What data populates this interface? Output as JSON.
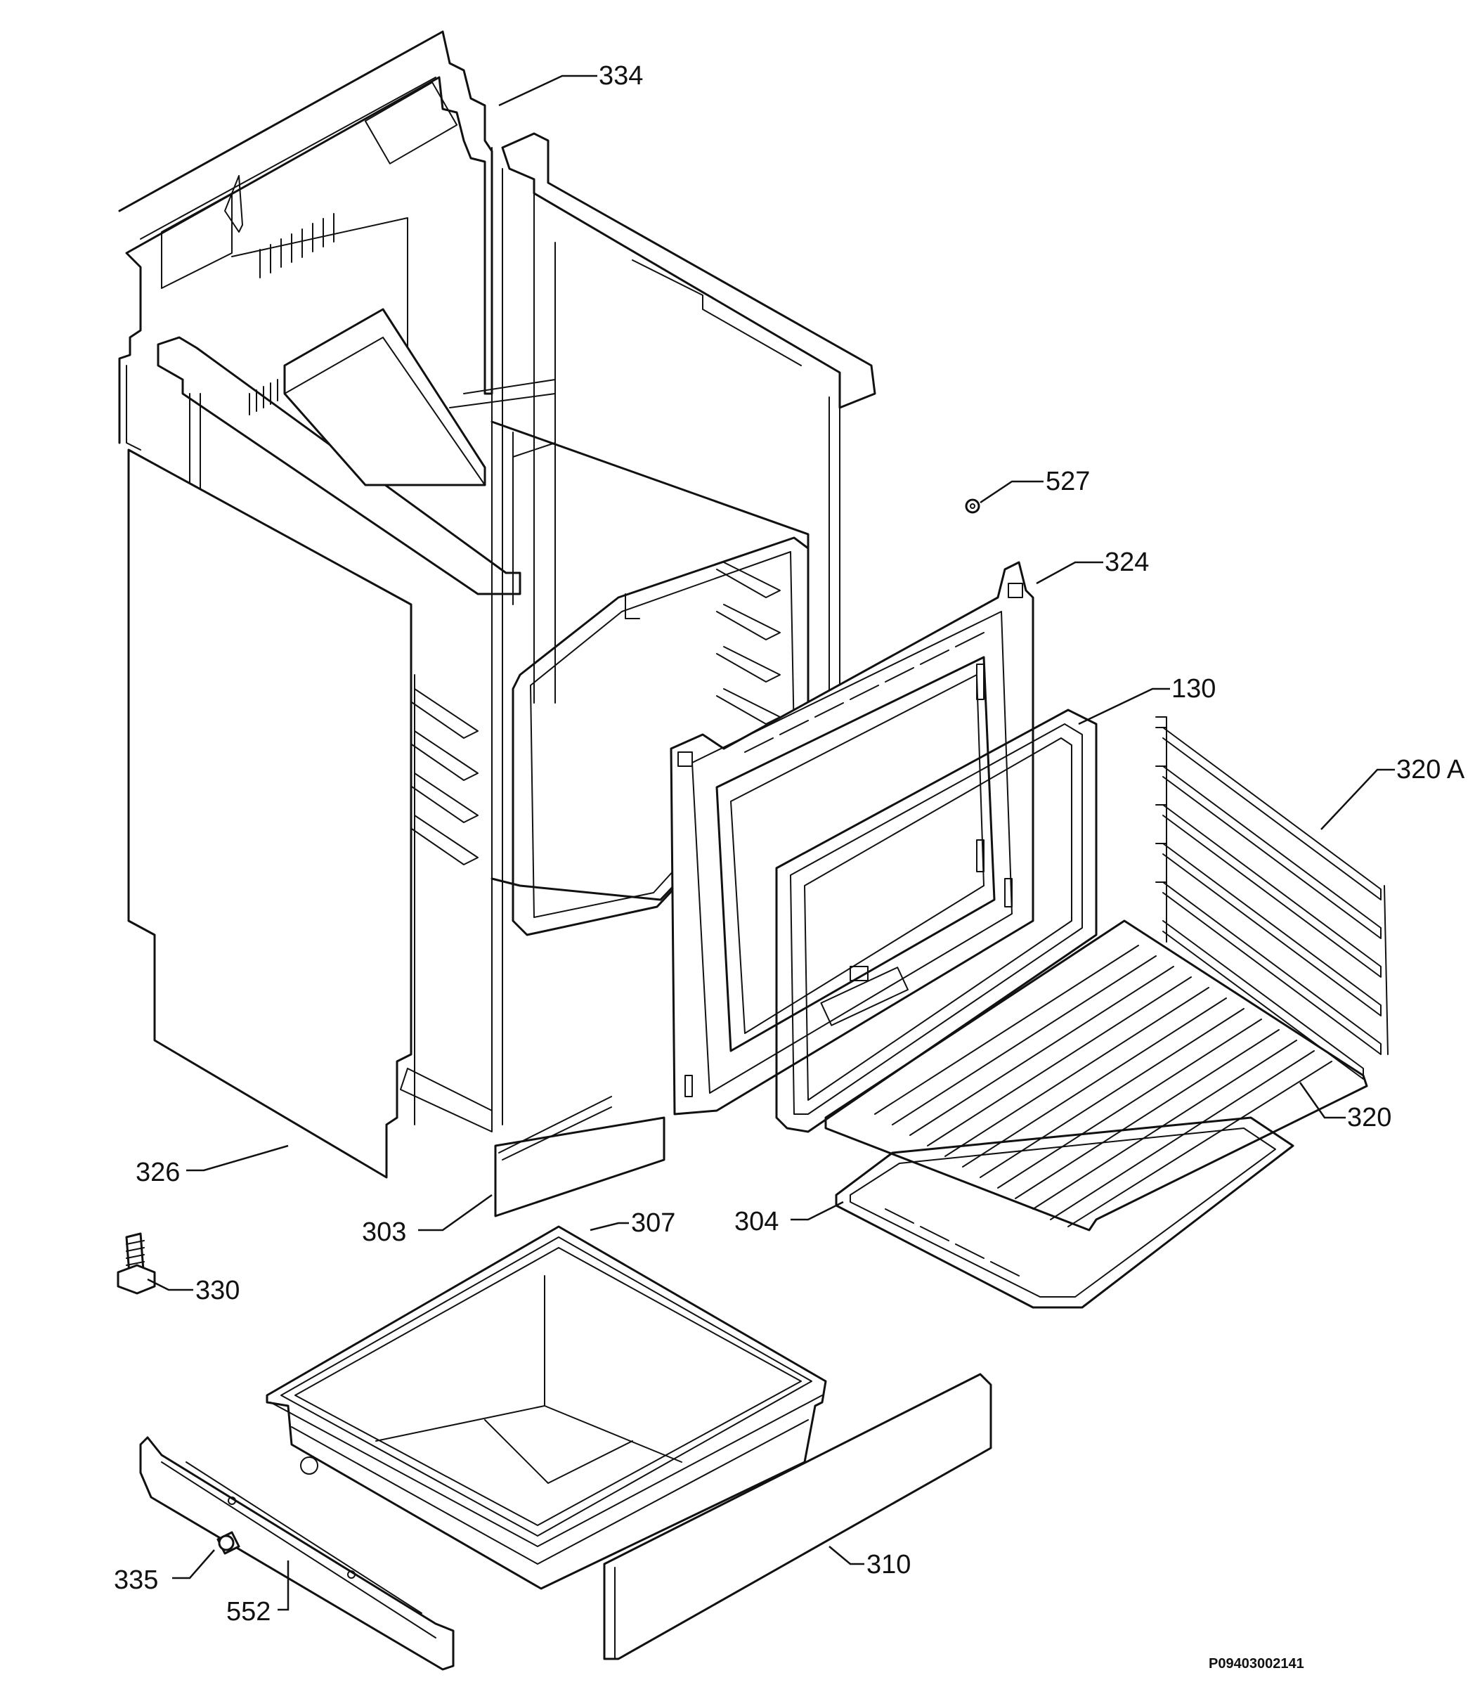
{
  "parts": {
    "p334": "334",
    "p527": "527",
    "p324": "324",
    "p130": "130",
    "p320a": "320 A",
    "p320": "320",
    "p326": "326",
    "p303": "303",
    "p307": "307",
    "p304": "304",
    "p330": "330",
    "p335": "335",
    "p552": "552",
    "p310": "310"
  },
  "drawing_code": "P09403002141"
}
